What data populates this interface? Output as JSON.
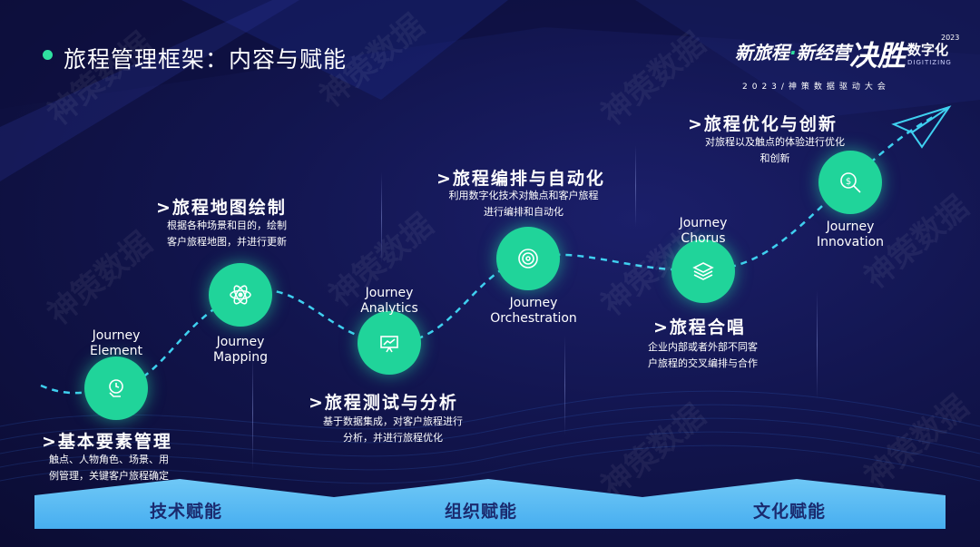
{
  "title": "旅程管理框架：内容与赋能",
  "logo": {
    "line1a": "新旅程",
    "line1b": "新经营",
    "big": "决胜",
    "right": "数字化",
    "year": "2023",
    "digitizing": "DIGITIZING",
    "sub": "2023/神策数据驱动大会"
  },
  "watermark": "神策数据",
  "nodes": [
    {
      "label": "Journey\nElement",
      "icon": "clock-hand-icon"
    },
    {
      "label": "Journey\nMapping",
      "icon": "atom-icon"
    },
    {
      "label": "Journey\nAnalytics",
      "icon": "presentation-chart-icon"
    },
    {
      "label": "Journey\nOrchestration",
      "icon": "target-icon"
    },
    {
      "label": "Journey\nChorus",
      "icon": "layers-icon"
    },
    {
      "label": "Journey\nInnovation",
      "icon": "money-search-icon"
    }
  ],
  "sections": [
    {
      "heading": ">基本要素管理",
      "desc": "触点、人物角色、场景、用\n例管理，关键客户旅程确定"
    },
    {
      "heading": ">旅程地图绘制",
      "desc": "根据各种场景和目的，绘制\n客户旅程地图，并进行更新"
    },
    {
      "heading": ">旅程测试与分析",
      "desc": "基于数据集成，对客户旅程进行\n分析，并进行旅程优化"
    },
    {
      "heading": ">旅程编排与自动化",
      "desc": "利用数字化技术对触点和客户旅程\n进行编排和自动化"
    },
    {
      "heading": ">旅程合唱",
      "desc": "企业内部或者外部不同客\n户旅程的交叉编排与合作"
    },
    {
      "heading": ">旅程优化与创新",
      "desc": "对旅程以及触点的体验进行优化\n和创新"
    }
  ],
  "bottom": [
    "技术赋能",
    "组织赋能",
    "文化赋能"
  ],
  "colors": {
    "accent": "#20d49a",
    "bar": "#4fb6f3",
    "bg": "#12154e"
  }
}
